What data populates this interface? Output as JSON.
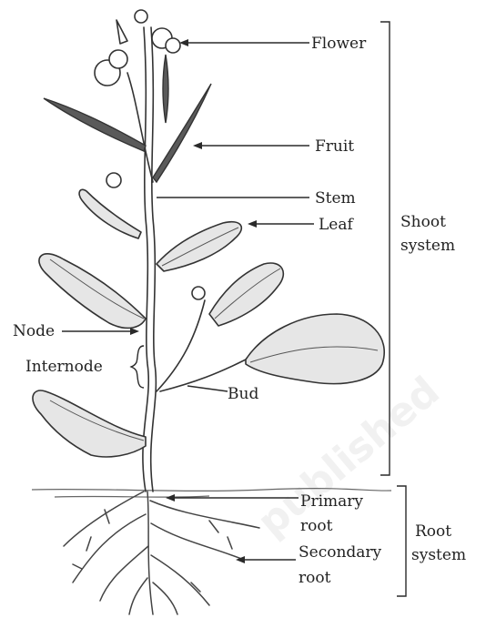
{
  "labels": {
    "flower": "Flower",
    "fruit": "Fruit",
    "stem": "Stem",
    "leaf": "Leaf",
    "node": "Node",
    "internode": "Internode",
    "bud": "Bud",
    "primary_root_1": "Primary",
    "primary_root_2": "root",
    "secondary_root_1": "Secondary",
    "secondary_root_2": "root",
    "shoot_system_1": "Shoot",
    "shoot_system_2": "system",
    "root_system_1": "Root",
    "root_system_2": "system"
  },
  "watermark": "published"
}
